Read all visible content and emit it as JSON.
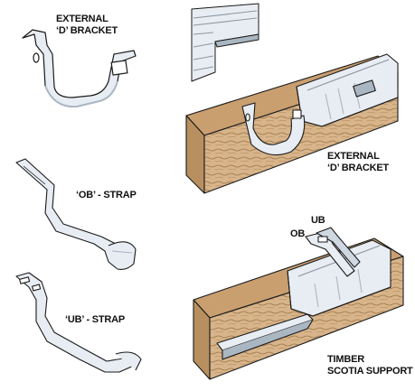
{
  "labels": {
    "ext_bracket_tl": {
      "line1": "EXTERNAL",
      "line2": "‘D’ BRACKET"
    },
    "ob_strap": "‘OB’ - STRAP",
    "ub_strap": "‘UB’ - STRAP",
    "ext_bracket_r": {
      "line1": "EXTERNAL",
      "line2": "‘D’ BRACKET"
    },
    "ob": "OB",
    "ub": "UB",
    "timber": {
      "line1": "TIMBER",
      "line2": "SCOTIA SUPPORT"
    }
  },
  "colors": {
    "timber": "#d8b48a",
    "timber_dark": "#b8905f",
    "grain": "#7a5a34",
    "metal": "#e8edf3",
    "metal_shade": "#aab6c2",
    "outline": "#1a1a1a"
  }
}
